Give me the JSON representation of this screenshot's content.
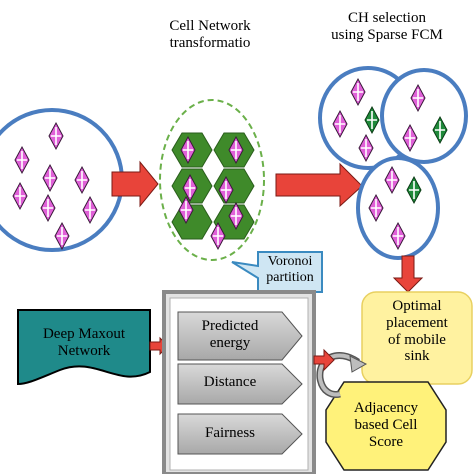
{
  "labels": {
    "cell_network_line1": "Cell Network",
    "cell_network_line2": "transformatio",
    "ch_selection_line1": "CH selection",
    "ch_selection_line2": "using Sparse FCM",
    "voronoi_line1": "Voronoi",
    "voronoi_line2": "partition",
    "deep_maxout_line1": "Deep Maxout",
    "deep_maxout_line2": "Network",
    "predicted_energy_line1": "Predicted",
    "predicted_energy_line2": "energy",
    "distance": "Distance",
    "fairness": "Fairness",
    "optimal_line1": "Optimal",
    "optimal_line2": "placement",
    "optimal_line3": "of mobile",
    "optimal_line4": "sink",
    "adjacency_line1": "Adjacency",
    "adjacency_line2": "based Cell",
    "adjacency_line3": "Score"
  },
  "colors": {
    "node_pink": "#e060d8",
    "node_green": "#1f8a3a",
    "hexagon_green": "#3f8a2a",
    "arrow_red": "#e8443a",
    "ellipse_blue": "#4a7dc0",
    "dashed_green": "#6bb04a",
    "teal_panel": "#1f8a8a",
    "light_blue_fill": "#cfe6f3",
    "yellow_fill": "#fff2a0",
    "octagon_yellow": "#fff27a",
    "gray_panel": "#cccccc"
  },
  "icons": {
    "node": "diamond-cross-node-icon",
    "curved_arrow": "curved-return-arrow-icon"
  }
}
